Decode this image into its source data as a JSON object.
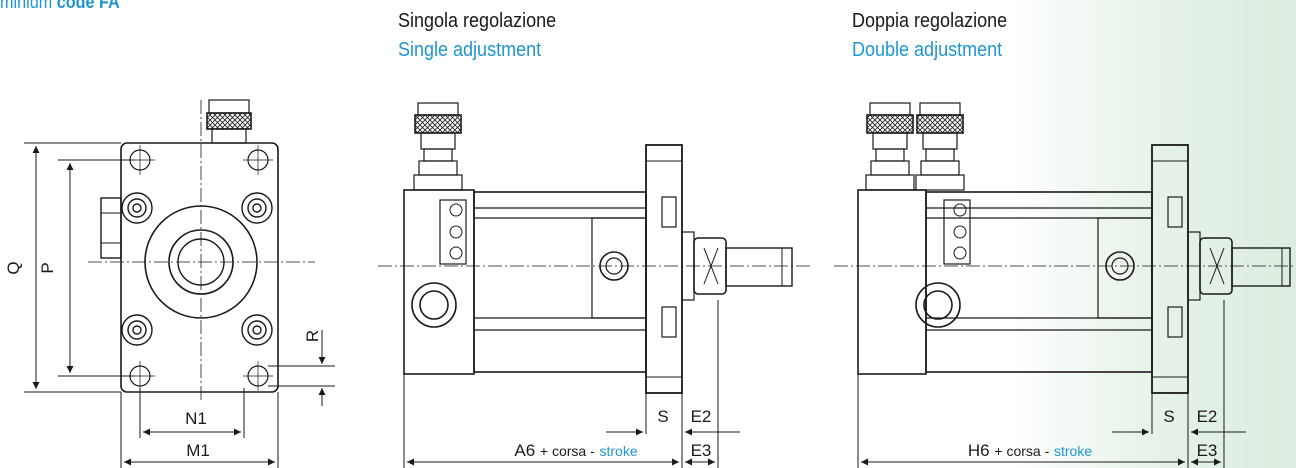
{
  "header": {
    "prefix": "minium",
    "code": "code FA"
  },
  "views": {
    "single": {
      "it": "Singola regolazione",
      "en": "Single adjustment"
    },
    "double": {
      "it": "Doppia regolazione",
      "en": "Double adjustment"
    }
  },
  "dims": {
    "Q": "Q",
    "P": "P",
    "R": "R",
    "N1": "N1",
    "M1": "M1",
    "S": "S",
    "E2": "E2",
    "E3": "E3",
    "A6": "A6",
    "H6": "H6",
    "corsa": "+ corsa -",
    "stroke": "stroke"
  },
  "colors": {
    "accent": "#1e96d2",
    "line": "#1a1a1a",
    "band": "#e4f1e6"
  }
}
